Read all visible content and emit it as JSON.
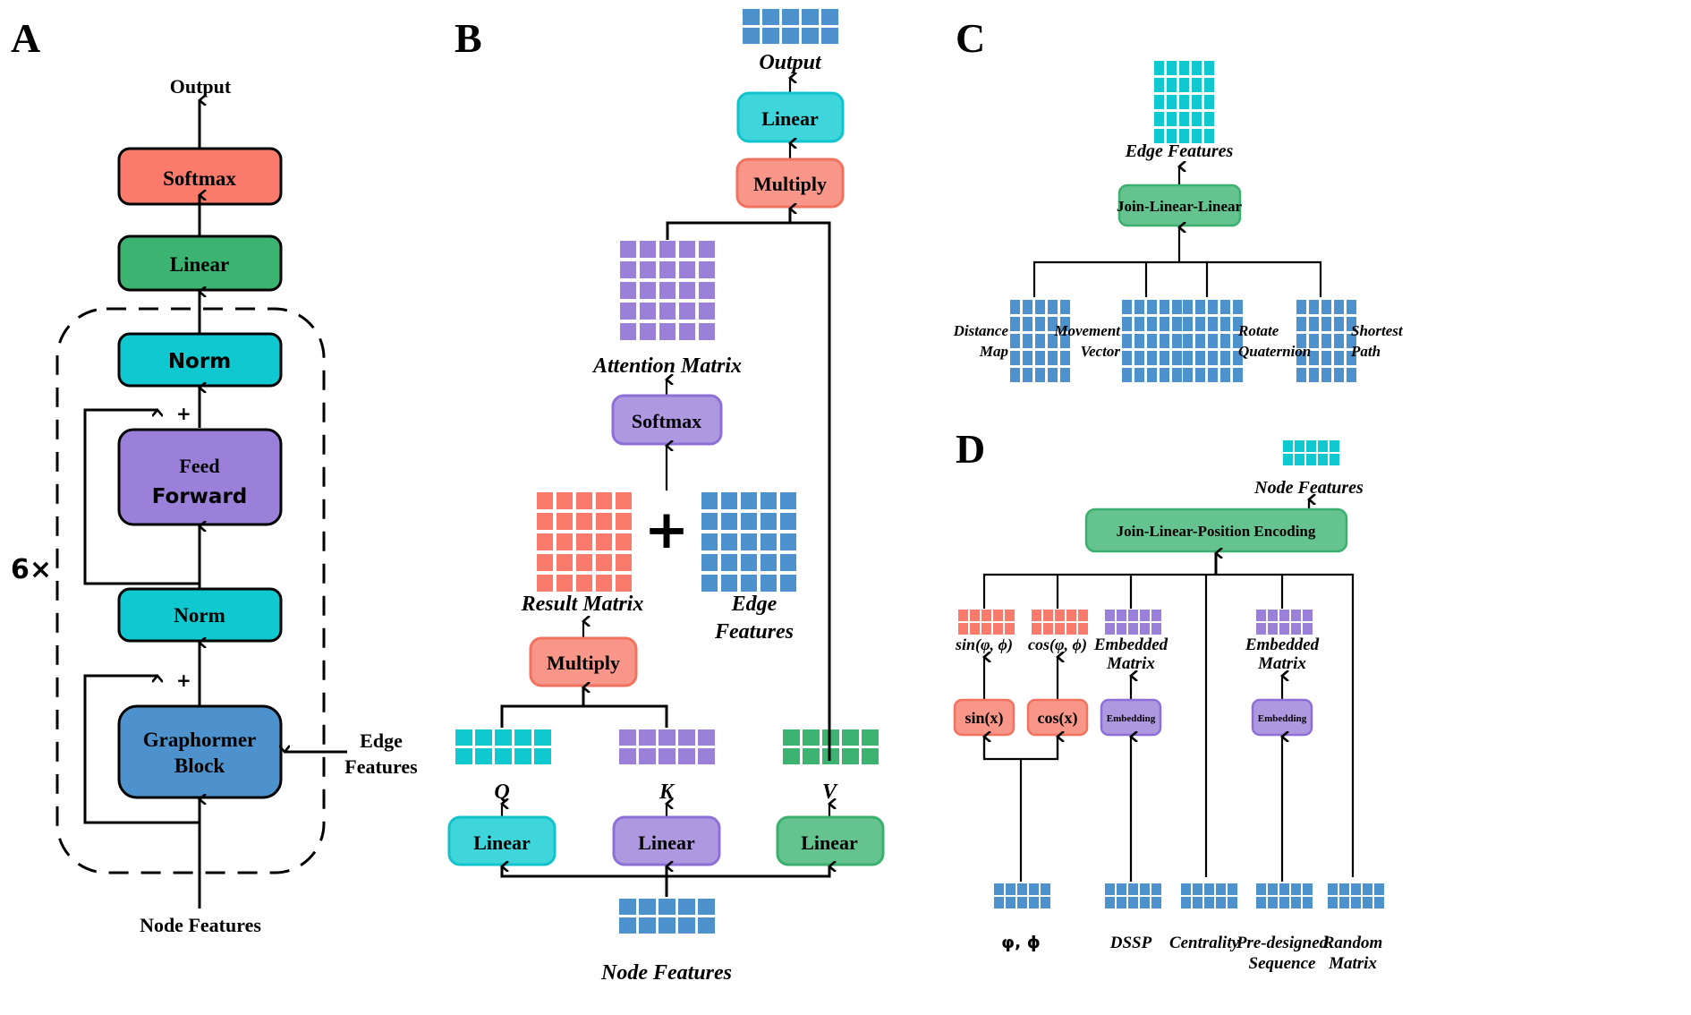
{
  "colors": {
    "salmon": "#FA7B6B",
    "salmon_light": "#F9968A",
    "green": "#3CB371",
    "green_light": "#64C38E",
    "cyan": "#0FC8D0",
    "cyan_light": "#3ED5DB",
    "purple": "#9B80DA",
    "purple_light": "#AE98E0",
    "blue": "#4E92CD",
    "purple_border": "#8E6FD8",
    "salmon_border": "#F2725F",
    "green_border": "#3BAF6E",
    "cyan_border": "#12C3CC"
  },
  "panels": {
    "A": {
      "letter": "A",
      "output_label": "Output",
      "softmax": "Softmax",
      "linear": "Linear",
      "norm_top": "Norm",
      "feed_forward": [
        "Feed",
        "Forward"
      ],
      "norm_bottom": "Norm",
      "graphormer_block": [
        "Graphormer",
        "Block"
      ],
      "plus": "+",
      "repeat": "6×",
      "edge_features": [
        "Edge",
        "Features"
      ],
      "node_features": "Node Features"
    },
    "B": {
      "letter": "B",
      "output_label": "Output",
      "linear_top": "Linear",
      "multiply_top": "Multiply",
      "attention_matrix": "Attention Matrix",
      "softmax": "Softmax",
      "plus": "+",
      "result_matrix": "Result Matrix",
      "edge_features": [
        "Edge",
        "Features"
      ],
      "multiply_bottom": "Multiply",
      "q": "Q",
      "k": "K",
      "v": "V",
      "linear_q": "Linear",
      "linear_k": "Linear",
      "linear_v": "Linear",
      "node_features": "Node Features"
    },
    "C": {
      "letter": "C",
      "edge_features": "Edge Features",
      "join_block": "Join-Linear-Linear",
      "inputs": [
        {
          "label": [
            "Distance",
            "Map"
          ],
          "side": "left"
        },
        {
          "label": [
            "Movement",
            "Vector"
          ],
          "side": "left"
        },
        {
          "label": [
            "Rotate",
            "Quaternion"
          ],
          "side": "right"
        },
        {
          "label": [
            "Shortest",
            "Path"
          ],
          "side": "right"
        }
      ]
    },
    "D": {
      "letter": "D",
      "node_features": "Node Features",
      "join_block": "Join-Linear-Position Encoding",
      "sin_out": "sin(φ, ϕ)",
      "cos_out": "cos(φ, ϕ)",
      "sin_block": "sin(x)",
      "cos_block": "cos(x)",
      "phi_input": "φ, ϕ",
      "embedded_matrix_1": [
        "Embedded",
        "Matrix"
      ],
      "embedding_1": "Embedding",
      "dssp": "DSSP",
      "centrality": "Centrality",
      "embedded_matrix_2": [
        "Embedded",
        "Matrix"
      ],
      "embedding_2": "Embedding",
      "predesigned": [
        "Pre-designed",
        "Sequence"
      ],
      "random": [
        "Random",
        "Matrix"
      ]
    }
  }
}
